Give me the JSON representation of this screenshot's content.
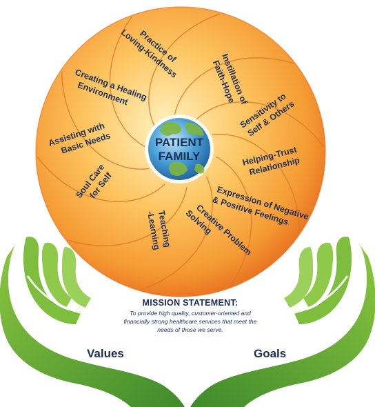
{
  "center": {
    "line1": "PATIENT",
    "line2": "FAMILY"
  },
  "segments": [
    {
      "id": "faith-hope",
      "lines": [
        "Instillation of",
        "Faith-Hope"
      ]
    },
    {
      "id": "sensitivity",
      "lines": [
        "Sensitivity to",
        "Self & Others"
      ]
    },
    {
      "id": "helping-trust",
      "lines": [
        "Helping-Trust",
        "Relationship"
      ]
    },
    {
      "id": "expression",
      "lines": [
        "Expression of Negative",
        "& Positive Feelings"
      ]
    },
    {
      "id": "creative",
      "lines": [
        "Creative Problem",
        "Solving"
      ]
    },
    {
      "id": "teaching",
      "lines": [
        "Teaching",
        "-Learning"
      ]
    },
    {
      "id": "soul-care",
      "lines": [
        "Soul Care",
        "for Self"
      ]
    },
    {
      "id": "basic-needs",
      "lines": [
        "Assisting with",
        "Basic Needs"
      ]
    },
    {
      "id": "healing-env",
      "lines": [
        "Creating a Healing",
        "Environment"
      ]
    },
    {
      "id": "loving-kindness",
      "lines": [
        "Practice of",
        "Loving-Kindness"
      ]
    }
  ],
  "mission": {
    "title": "MISSION STATEMENT:",
    "text": "To provide high quality, customer-oriented and financially strong healthcare services that meet the needs of those we serve."
  },
  "hands": {
    "left_label": "Values",
    "right_label": "Goals"
  },
  "colors": {
    "sphere_light": "#ffe9a8",
    "sphere_mid": "#fbb03b",
    "sphere_dark": "#e8661e",
    "hand_green": "#6fb33f",
    "text_navy": "#1d2f52",
    "globe_blue": "#2d86c6"
  }
}
